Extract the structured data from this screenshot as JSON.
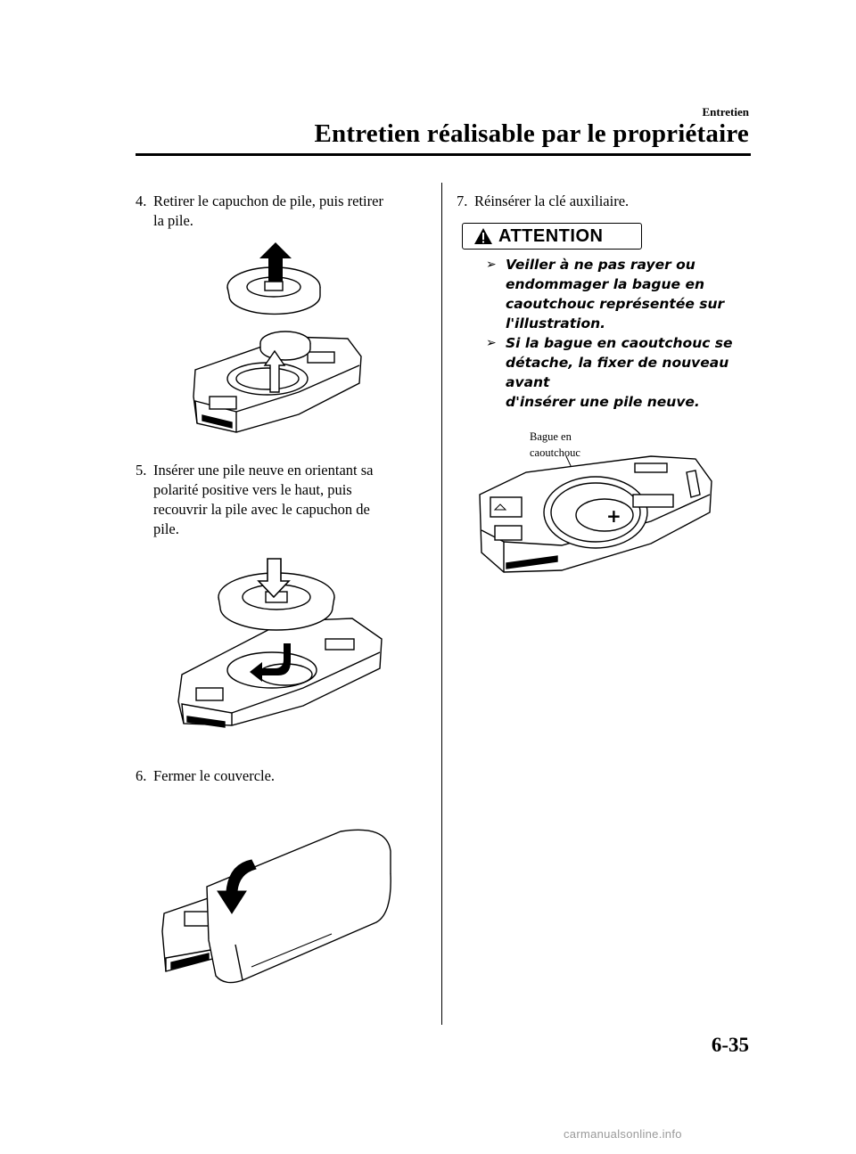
{
  "header": {
    "section_label": "Entretien",
    "section_title": "Entretien réalisable par le propriétaire"
  },
  "steps": [
    {
      "number": "4.",
      "lines": [
        "Retirer le capuchon de pile, puis retirer",
        "la pile."
      ]
    },
    {
      "number": "5.",
      "lines": [
        "Insérer une pile neuve en orientant sa",
        "polarité positive vers le haut, puis",
        "recouvrir la pile avec le capuchon de",
        "pile."
      ]
    },
    {
      "number": "6.",
      "lines": [
        "Fermer le couvercle."
      ]
    },
    {
      "number": "7.",
      "lines": [
        "Réinsérer la clé auxiliaire."
      ]
    }
  ],
  "attention": {
    "label": "ATTENTION",
    "items": [
      {
        "lines": [
          "Veiller à ne pas rayer ou",
          "endommager la bague en",
          "caoutchouc représentée sur",
          "l'illustration."
        ]
      },
      {
        "lines": [
          "Si la bague en caoutchouc se",
          "détache, la fixer de nouveau avant",
          "d'insérer une pile neuve."
        ]
      }
    ]
  },
  "figure_callout": {
    "lines": [
      "Bague en",
      "caoutchouc"
    ]
  },
  "footer": {
    "page_number": "6-35",
    "watermark": "carmanualsonline.info"
  },
  "icons": {
    "attention": "warning-triangle-icon",
    "bullet": "arrowhead-bullet-icon"
  }
}
